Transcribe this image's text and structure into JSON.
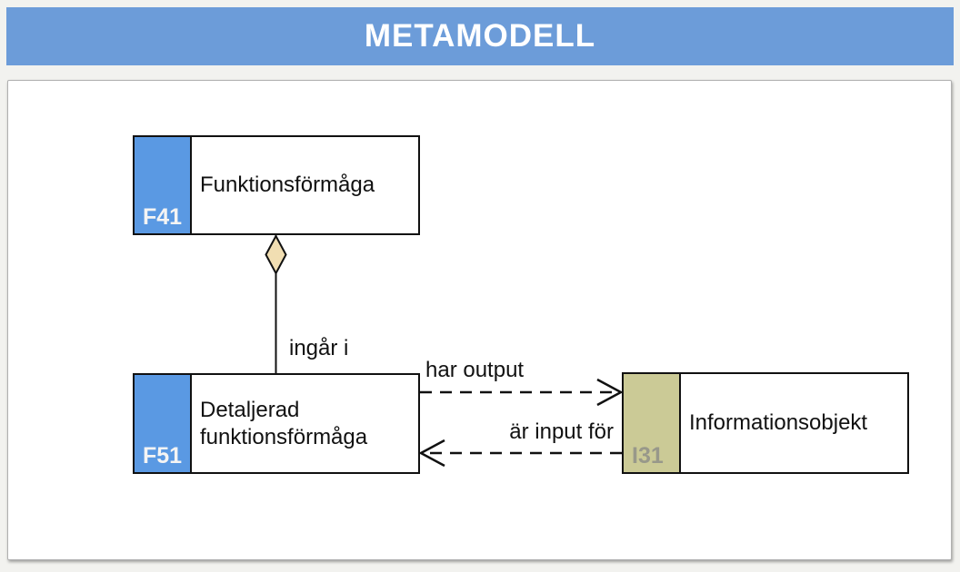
{
  "header": {
    "title": "METAMODELL",
    "bg_color": "#6c9cd9",
    "text_color": "#ffffff"
  },
  "diagram": {
    "nodes": [
      {
        "code": "F41",
        "label": "Funktionsförmåga",
        "accent_color": "#5a99e3",
        "code_color": "#f4f4f4"
      },
      {
        "code": "F51",
        "label": "Detaljerad funktionsförmåga",
        "accent_color": "#5a99e3",
        "code_color": "#f4f4f4"
      },
      {
        "code": "I31",
        "label": "Informationsobjekt",
        "accent_color": "#cbca96",
        "code_color": "#98988a"
      }
    ],
    "edges": [
      {
        "label": "ingår i",
        "type": "aggregation",
        "from": "F51",
        "to": "F41",
        "diamond_color": "#f1deb2"
      },
      {
        "label": "har output",
        "type": "dashed-arrow",
        "from": "F51",
        "to": "I31"
      },
      {
        "label": "är input för",
        "type": "dashed-arrow",
        "from": "I31",
        "to": "F51"
      }
    ]
  }
}
